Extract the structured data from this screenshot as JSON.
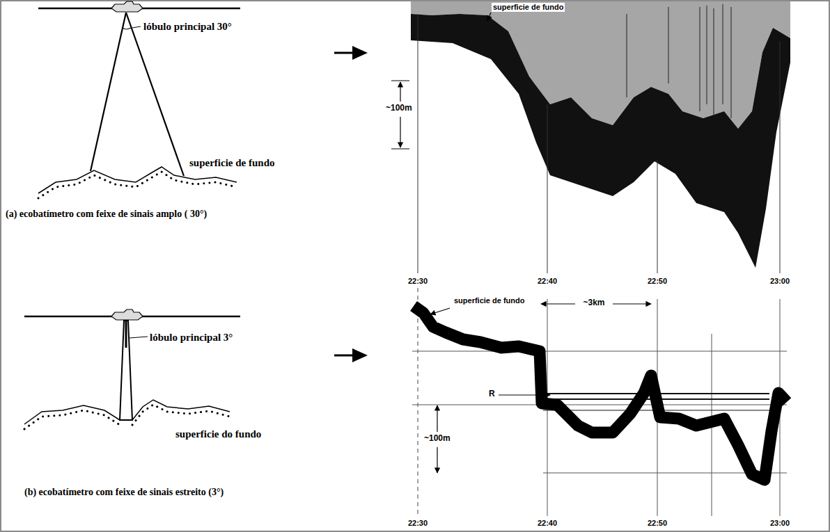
{
  "diagram": {
    "labels": [
      "lóbulo principal 30°",
      "superficie de fundo",
      "(a) ecobatímetro com feixe de sinais amplo ( 30°)",
      "superficie de fundo",
      "~100m",
      "22:30",
      "22:40",
      "22:50",
      "23:00",
      "~3km",
      "lóbulo principal 3°",
      "superficie do fundo",
      "(b) ecobatímetro com feixe de sinais estreito (3°)",
      "superficie de fundo",
      "R",
      "~100m",
      "22:30",
      "22:40",
      "22:50",
      "23:00"
    ]
  }
}
